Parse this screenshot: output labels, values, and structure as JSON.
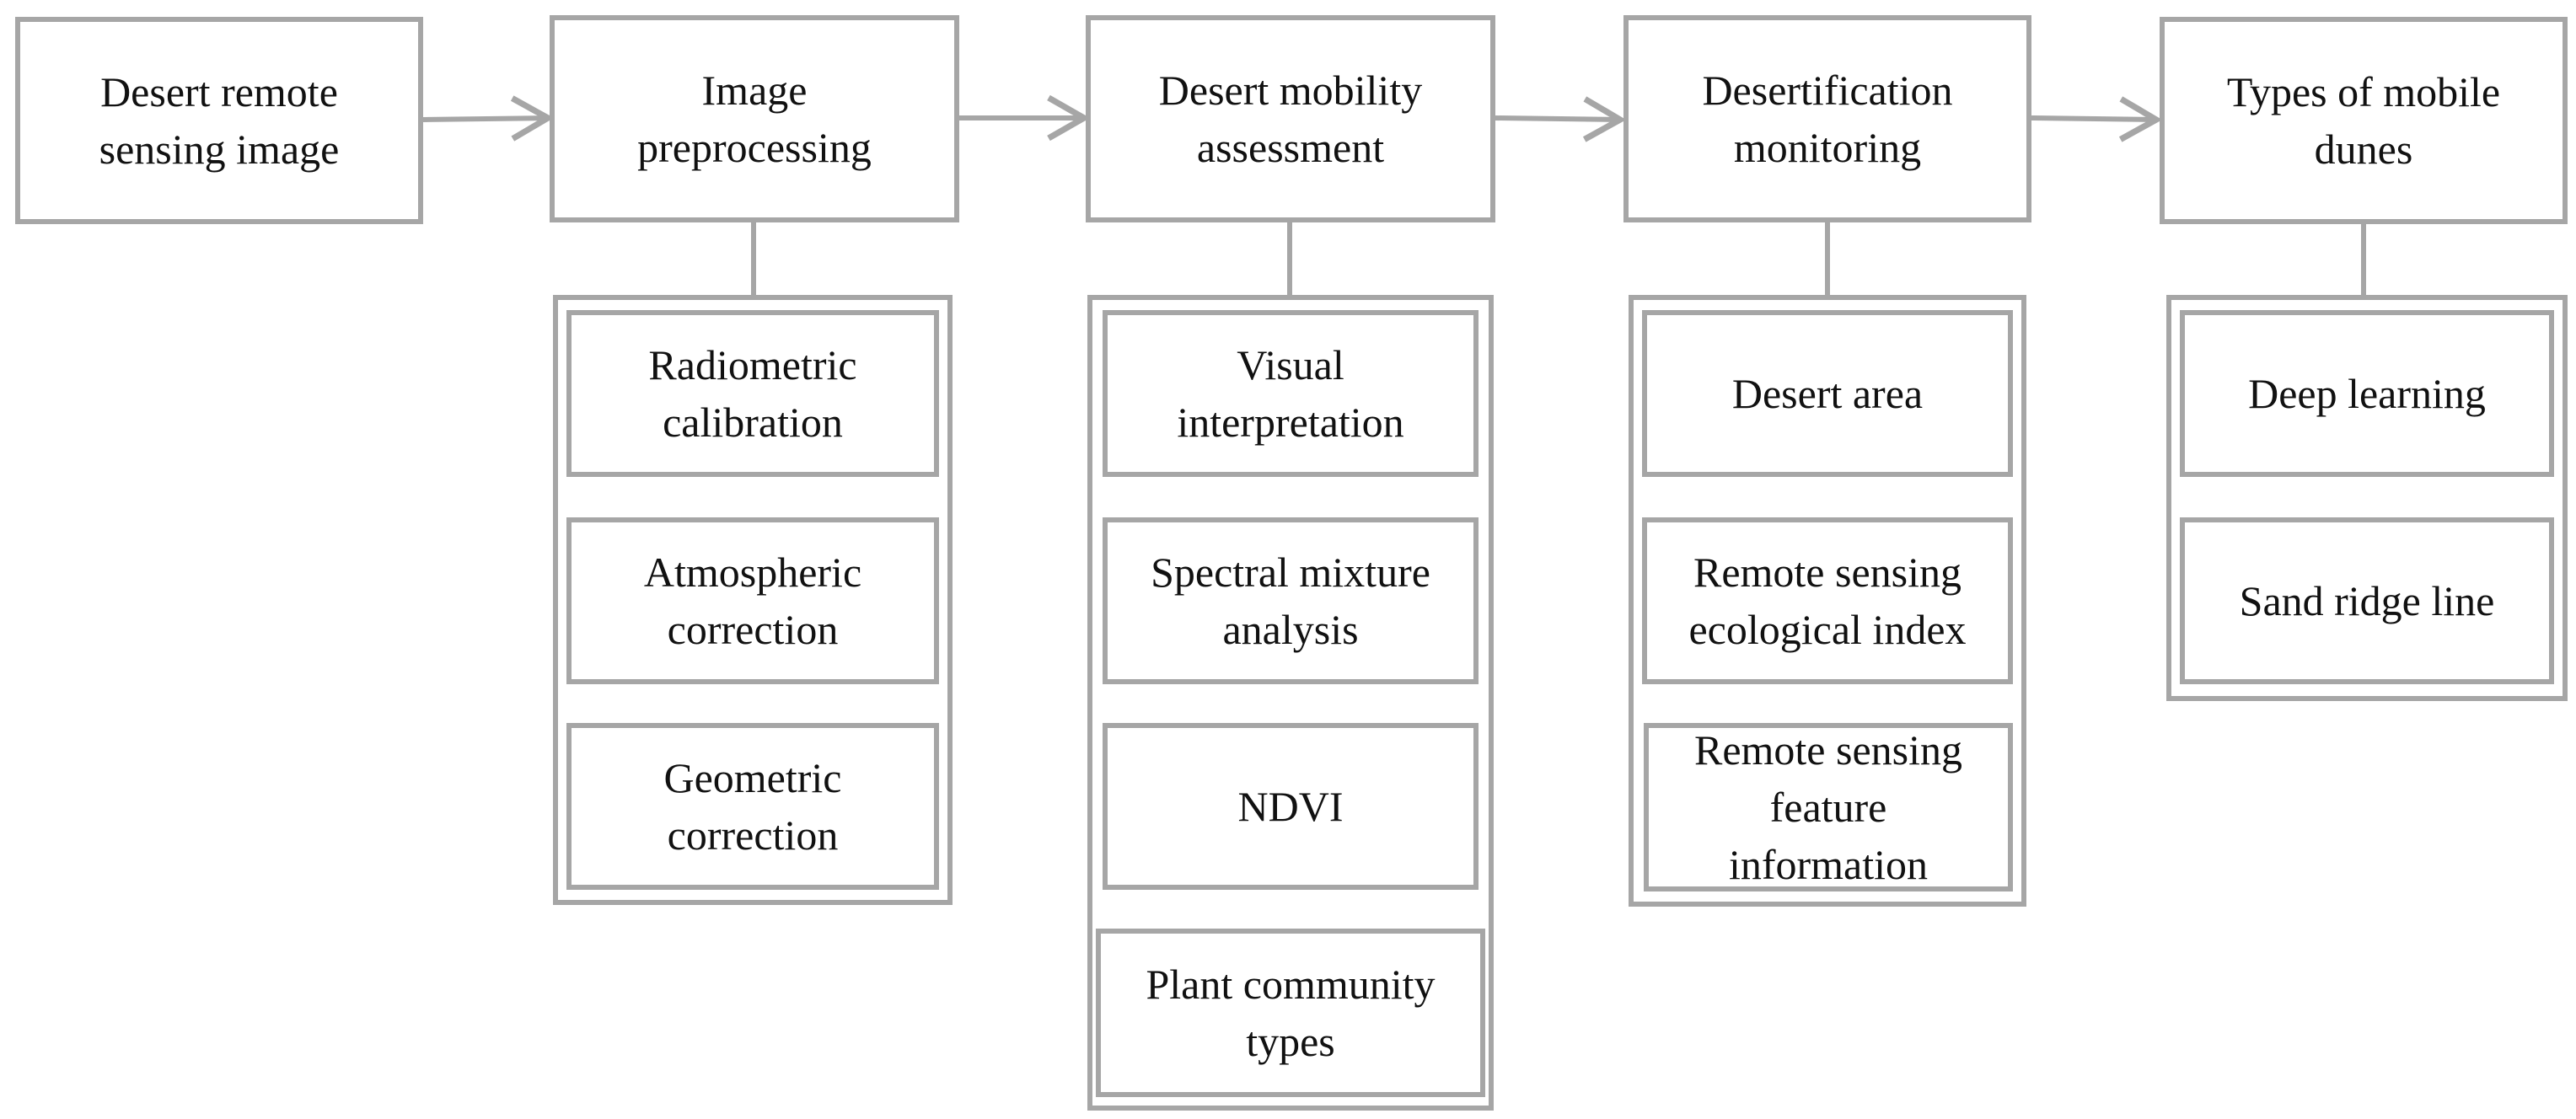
{
  "stages": [
    {
      "label": "Desert remote\nsensing image",
      "items": []
    },
    {
      "label": "Image\npreprocessing",
      "items": [
        "Radiometric\ncalibration",
        "Atmospheric\ncorrection",
        "Geometric\ncorrection"
      ]
    },
    {
      "label": "Desert mobility\nassessment",
      "items": [
        "Visual\ninterpretation",
        "Spectral mixture\nanalysis",
        "NDVI",
        "Plant community\ntypes"
      ]
    },
    {
      "label": "Desertification\nmonitoring",
      "items": [
        "Desert area",
        "Remote sensing\necological index",
        "Remote sensing\nfeature\ninformation"
      ]
    },
    {
      "label": "Types of mobile\ndunes",
      "items": [
        "Deep learning",
        "Sand ridge line"
      ]
    }
  ]
}
